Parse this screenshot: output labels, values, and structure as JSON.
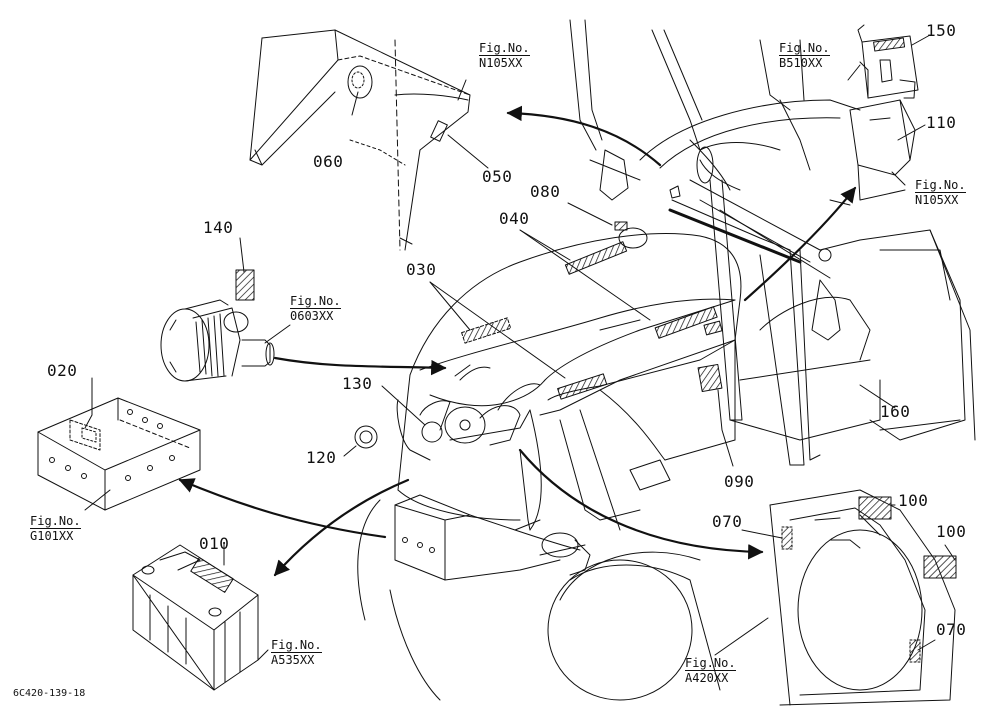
{
  "drawing_id": "6C420-139-18",
  "part_callouts": {
    "p010": "010",
    "p020": "020",
    "p030": "030",
    "p040": "040",
    "p050": "050",
    "p060": "060",
    "p070a": "070",
    "p070b": "070",
    "p080": "080",
    "p090": "090",
    "p100a": "100",
    "p100b": "100",
    "p110": "110",
    "p120": "120",
    "p130": "130",
    "p140": "140",
    "p150": "150",
    "p160": "160"
  },
  "figure_refs": {
    "fenders": {
      "label": "Fig.No.",
      "code": "N105XX"
    },
    "cabin_top": {
      "label": "Fig.No.",
      "code": "B510XX"
    },
    "cabin_side": {
      "label": "Fig.No.",
      "code": "N105XX"
    },
    "air_cleaner": {
      "label": "Fig.No.",
      "code": "0603XX"
    },
    "frame": {
      "label": "Fig.No.",
      "code": "G101XX"
    },
    "battery": {
      "label": "Fig.No.",
      "code": "A535XX"
    },
    "radiator": {
      "label": "Fig.No.",
      "code": "A420XX"
    }
  },
  "colors": {
    "ink": "#111111",
    "background": "#ffffff"
  }
}
